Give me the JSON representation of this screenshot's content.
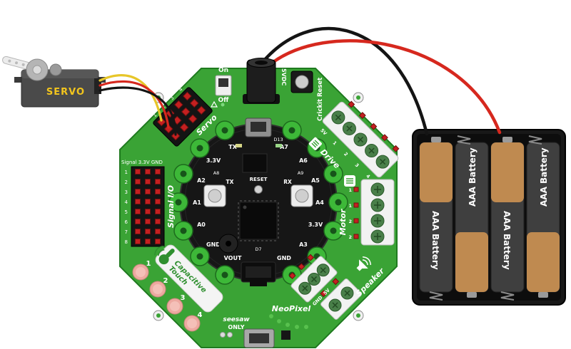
{
  "colors": {
    "board_green": "#3aa335",
    "wire_red": "#d6281e",
    "wire_black": "#141414",
    "wire_yellow": "#e7c629",
    "battery_copper": "#bf8a50",
    "touch_pad_pink": "#eda9a0"
  },
  "servo": {
    "label": "SERVO"
  },
  "crickit": {
    "servo_header": {
      "label": "Servo",
      "pins": [
        "1",
        "2",
        "3",
        "4"
      ]
    },
    "power": {
      "on": "On",
      "off": "Off",
      "jack": "5VDC"
    },
    "reset_label": "Crickit Reset",
    "drive": {
      "label": "Drive",
      "pins": [
        "5V",
        "1",
        "2",
        "3",
        "4"
      ]
    },
    "motor": {
      "label": "Motor",
      "pins": [
        "1",
        "1",
        "2",
        "2"
      ]
    },
    "signal": {
      "header_label": "Signal 3.3V GND",
      "rows": [
        "1",
        "2",
        "3",
        "4",
        "5",
        "6",
        "7",
        "8"
      ],
      "label": "Signal I/O"
    },
    "touch": {
      "line1": "Capacitive",
      "line2": "Touch",
      "pads": [
        "1",
        "2",
        "3",
        "4"
      ]
    },
    "neopixel": {
      "label": "NeoPixel",
      "pins": [
        "GND",
        "5V"
      ]
    },
    "speaker": {
      "label": "Speaker"
    },
    "seesaw": {
      "line1": "seesaw",
      "line2": "ONLY"
    }
  },
  "cpx": {
    "reset": "RESET",
    "tx": "TX",
    "rx": "RX",
    "silk": [
      "D13",
      "A8",
      "A9",
      "D7"
    ],
    "pads": [
      "A7",
      "A6",
      "A5",
      "A4",
      "3.3V",
      "A3",
      "GND",
      "VOUT",
      "GND",
      "A0",
      "A1",
      "A2",
      "3.3V",
      "TX"
    ]
  },
  "battery": {
    "cells": [
      "AAA Battery",
      "AAA Battery",
      "AAA Battery",
      "AAA Battery"
    ]
  }
}
